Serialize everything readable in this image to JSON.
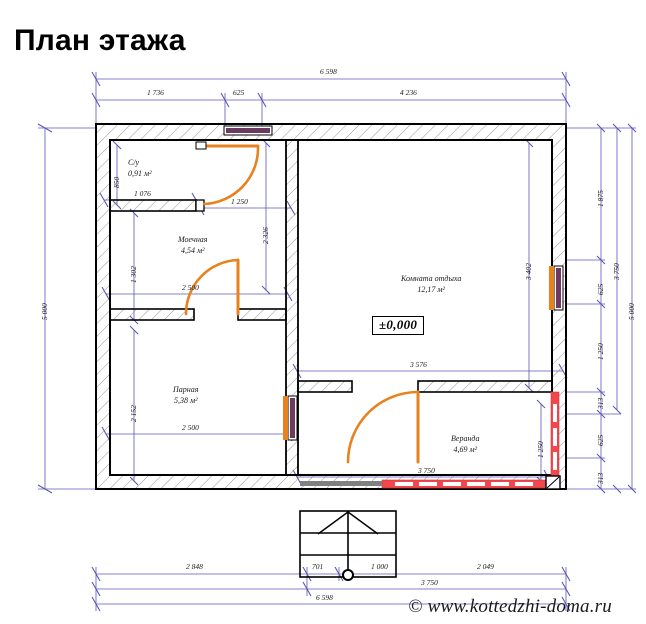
{
  "page": {
    "title": "План этажа",
    "watermark": "© www.kottedzhi-doma.ru",
    "level_marker": "±0,000"
  },
  "colors": {
    "wall_outline": "#000000",
    "hatch": "#8a8a8a",
    "dimension_line": "#5b56b8",
    "door_swing": "#e8821e",
    "window_frame": "#6b3a5e",
    "railing": "#f1484e",
    "text": "#1a1a1a"
  },
  "rooms": [
    {
      "key": "wc",
      "name": "С/у",
      "area": "0,91 м²"
    },
    {
      "key": "washroom",
      "name": "Моечная",
      "area": "4,54 м²"
    },
    {
      "key": "steam",
      "name": "Парная",
      "area": "5,38 м²"
    },
    {
      "key": "lounge",
      "name": "Комната отдыха",
      "area": "12,17 м²"
    },
    {
      "key": "veranda",
      "name": "Веранда",
      "area": "4,69 м²"
    }
  ],
  "dimensions": {
    "top_outer": "6 598",
    "top_chain": [
      "1 736",
      "625",
      "4 236"
    ],
    "left_outer": "5 000",
    "right_outer": "5 000",
    "right_mid": "3 750",
    "right_chain": [
      "1 875",
      "625",
      "1 250",
      "313",
      "625",
      "313"
    ],
    "bottom_outer": "6 598",
    "bottom_chain": [
      "2 848",
      "701",
      "1 000",
      "2 049"
    ],
    "bottom_mid": "3 750",
    "interior": {
      "wc_height": "850",
      "wc_width": "1 076",
      "wc_door_offset": "1 250",
      "washroom_side": "2 326",
      "washroom_left": "1 302",
      "washroom_width": "2 500",
      "steam_height": "2 152",
      "steam_width": "2 500",
      "lounge_height": "3 402",
      "lounge_width": "3 576",
      "veranda_width": "3 750",
      "veranda_height": "1 250"
    }
  }
}
